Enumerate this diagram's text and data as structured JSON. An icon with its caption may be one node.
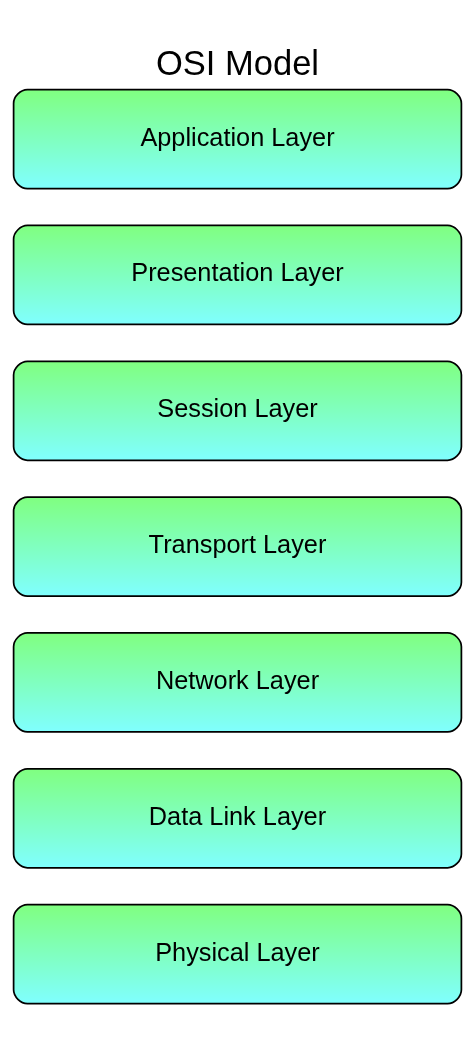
{
  "diagram": {
    "title": "OSI Model",
    "nodes": [
      {
        "text": [
          "Application Layer"
        ]
      },
      {
        "text": [
          "Presentation Layer"
        ]
      },
      {
        "text": [
          "Session Layer"
        ]
      },
      {
        "text": [
          "Transport Layer"
        ]
      },
      {
        "text": [
          "Network Layer"
        ]
      },
      {
        "text": [
          "Data Link Layer"
        ]
      },
      {
        "text": [
          "Physical Layer"
        ]
      }
    ],
    "edges": []
  }
}
